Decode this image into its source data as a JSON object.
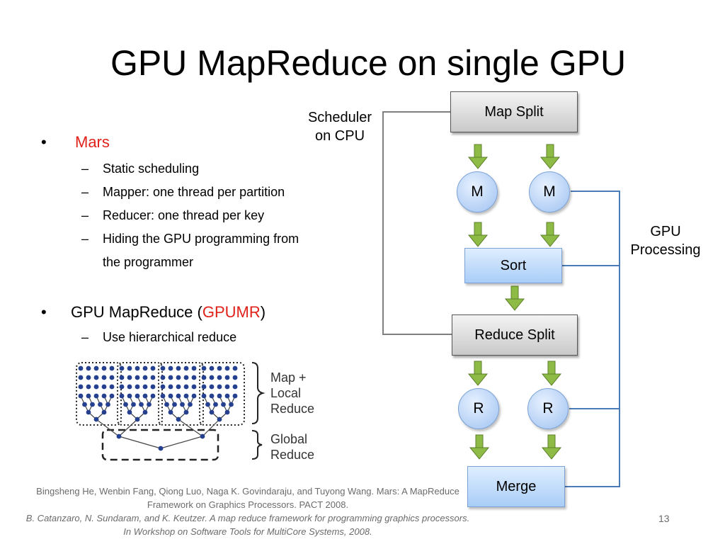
{
  "slide": {
    "title": "GPU MapReduce on single GPU",
    "page_number": "13",
    "bullets": [
      {
        "label": "Mars",
        "subs": [
          "Static scheduling",
          "Mapper: one thread per partition",
          "Reducer: one thread per key",
          "Hiding the GPU programming from",
          "the programmer"
        ]
      },
      {
        "label_prefix": "GPU MapReduce (",
        "label_highlight": "GPUMR",
        "label_suffix": ")",
        "subs": [
          "Use hierarchical reduce"
        ]
      }
    ],
    "bullet_glyph": "•",
    "dash_glyph": "–",
    "colors": {
      "highlight": "#e0221b",
      "gpu_line": "#4a7cb8",
      "cpu_line": "#7f7f7f",
      "arrow": "#7fa63a"
    }
  },
  "figure": {
    "label_map_local": "Map +\nLocal\nReduce",
    "label_global": "Global\nReduce"
  },
  "diagram": {
    "scheduler_label": "Scheduler\non CPU",
    "gpu_label": "GPU\nProcessing",
    "map_split": "Map Split",
    "mapper": "M",
    "sort": "Sort",
    "reduce_split": "Reduce Split",
    "reducer": "R",
    "merge": "Merge"
  },
  "references": {
    "ref1": "Bingsheng He, Wenbin Fang, Qiong Luo, Naga K. Govindaraju, and Tuyong Wang. Mars: A MapReduce Framework on Graphics Processors. PACT 2008.",
    "ref2": "B. Catanzaro, N. Sundaram, and K. Keutzer. A map reduce framework for programming graphics processors. In Workshop on Software Tools for MultiCore Systems, 2008."
  }
}
